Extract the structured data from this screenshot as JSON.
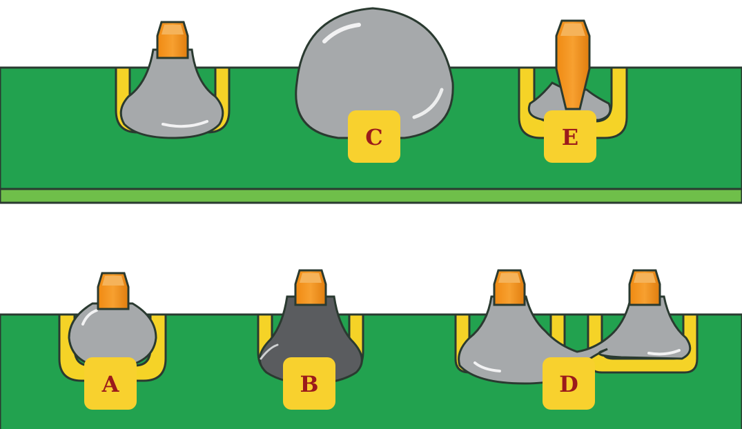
{
  "colors": {
    "board": "#22a24f",
    "board_stripe": "#6fbf4a",
    "outline": "#2a3a30",
    "pad": "#f5d327",
    "pin": "#f7941d",
    "pin_tip": "#f5b35a",
    "solder": "#a6a9ab",
    "solder_dark": "#5a5c5f",
    "label_bg": "#f8d12e",
    "label_text": "#9b1b1b"
  },
  "labels": {
    "a": "A",
    "b": "B",
    "c": "C",
    "d": "D",
    "e": "E"
  }
}
